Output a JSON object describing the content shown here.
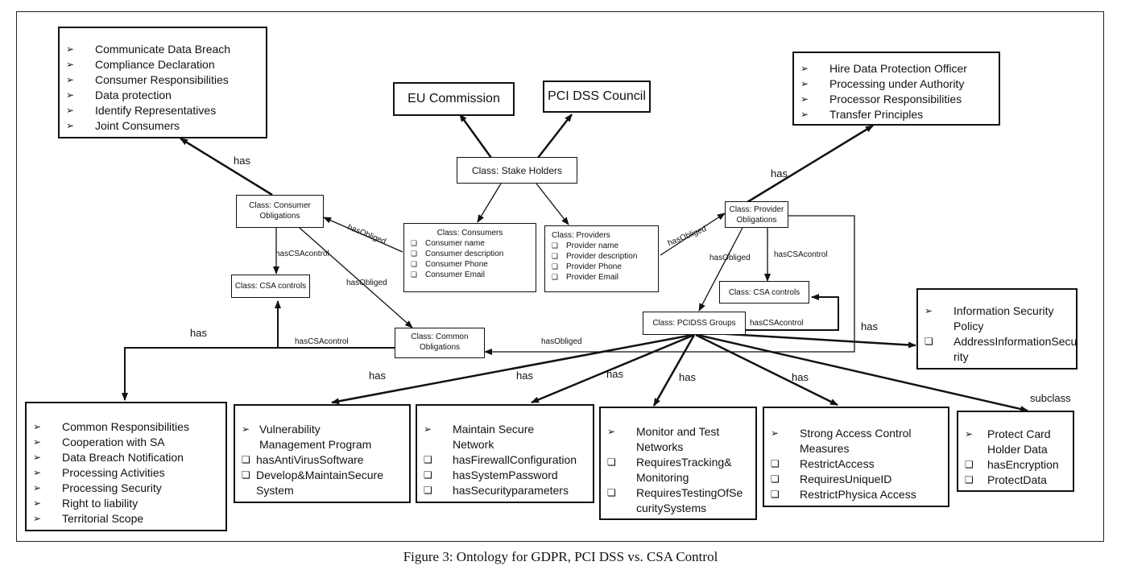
{
  "caption": "Figure 3: Ontology for GDPR, PCI DSS vs. CSA Control",
  "nodes": {
    "consumer_list": [
      "Communicate Data Breach",
      "Compliance Declaration",
      "Consumer Responsibilities",
      "Data protection",
      "Identify Representatives",
      "Joint Consumers"
    ],
    "eu_commission": "EU Commission",
    "pci_council": "PCI DSS Council",
    "provider_list": [
      "Hire Data Protection Officer",
      "Processing under Authority",
      "Processor Responsibilities",
      "Transfer Principles"
    ],
    "stake_holders": "Class: Stake Holders",
    "consumer_obligations": [
      "Class: Consumer",
      "Obligations"
    ],
    "provider_obligations": [
      "Class: Provider",
      "Obligations"
    ],
    "consumers": {
      "title": "Class: Consumers",
      "attrs": [
        "Consumer name",
        "Consumer description",
        "Consumer Phone",
        "Consumer Email"
      ]
    },
    "providers": {
      "title": "Class: Providers",
      "attrs": [
        "Provider name",
        "Provider description",
        "Provider Phone",
        "Provider Email"
      ]
    },
    "csa_controls_left": "Class: CSA controls",
    "csa_controls_right": "Class: CSA controls",
    "common_obligations": [
      "Class: Common",
      "Obligations"
    ],
    "pcidss_groups": "Class: PCIDSS Groups",
    "infosec": {
      "arrow_item": [
        "Information Security",
        "Policy"
      ],
      "sq_item": [
        "AddressInformationSecu",
        "rity"
      ]
    },
    "common_list": [
      "Common Responsibilities",
      "Cooperation with SA",
      "Data Breach Notification",
      "Processing Activities",
      "Processing Security",
      "Right to liability",
      "Territorial Scope"
    ],
    "vuln": {
      "arrow_item": [
        "Vulnerability",
        "Management Program"
      ],
      "sq_items": [
        "hasAntiVirusSoftware",
        "Develop&MaintainSecure",
        "System"
      ]
    },
    "network": {
      "arrow_item": [
        "Maintain Secure",
        "Network"
      ],
      "sq_items": [
        "hasFirewallConfiguration",
        "hasSystemPassword",
        "hasSecurityparameters"
      ]
    },
    "monitor": {
      "arrow_item": [
        "Monitor and Test",
        "Networks"
      ],
      "sq_items": [
        [
          "RequiresTracking&",
          "Monitoring"
        ],
        [
          "RequiresTestingOfSe",
          "curitySystems"
        ]
      ]
    },
    "access": {
      "arrow_item": [
        "Strong Access Control",
        "Measures"
      ],
      "sq_items": [
        "RestrictAccess",
        "RequiresUniqueID",
        "RestrictPhysica Access"
      ]
    },
    "cardholder": {
      "arrow_item": [
        "Protect Card",
        "Holder Data"
      ],
      "sq_items": [
        "hasEncryption",
        "ProtectData"
      ]
    }
  },
  "edge_labels": {
    "has_consumer": "has",
    "has_provider": "has",
    "hasobliged_consumer": "hasObliged",
    "hasobliged_provider": "hasObliged",
    "hascsa_left": "hasCSAcontrol",
    "hascsa_right": "hasCSAcontrol",
    "hasobliged_common_left": "hasObliged",
    "hasobliged_pcidss": "hasObliged",
    "hascsa_pcidss": "hasCSAcontrol",
    "has_common": "has",
    "hascsa_common": "hasCSAcontrol",
    "hasobliged_common_right": "hasObliged",
    "has_infosec": "has",
    "has_vuln": "has",
    "has_network": "has",
    "has_monitor": "has",
    "has_access": "has",
    "has_access2": "has",
    "subclass": "subclass"
  }
}
